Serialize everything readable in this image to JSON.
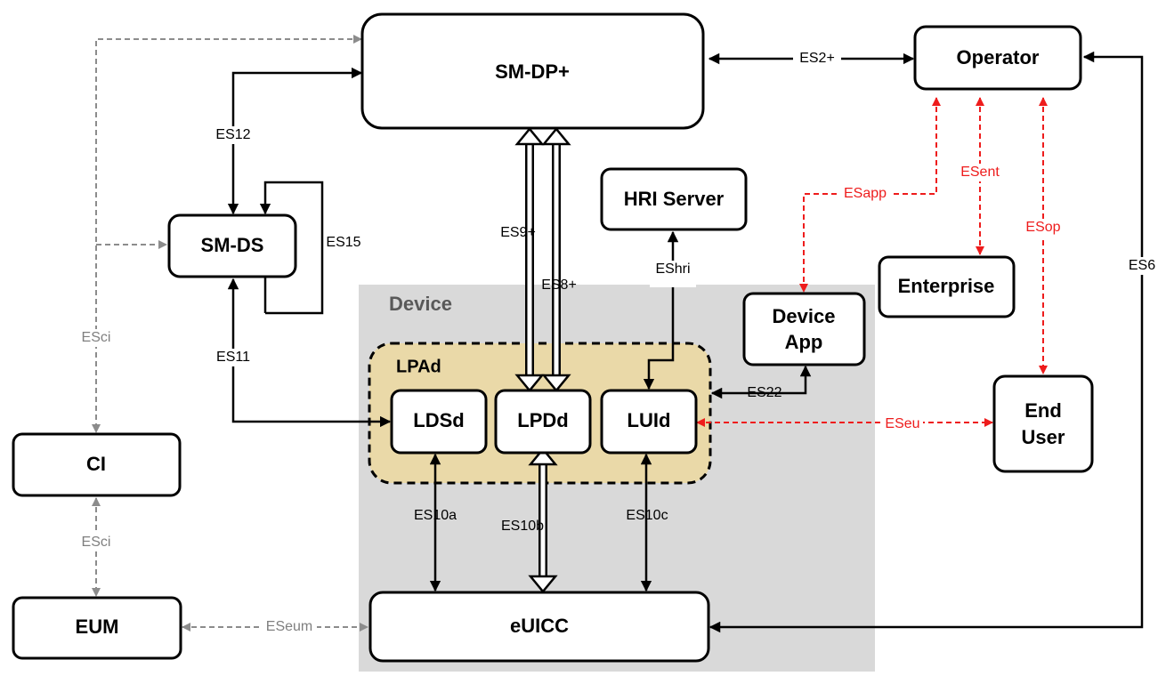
{
  "nodes": {
    "smdp": "SM-DP+",
    "operator": "Operator",
    "hri_server": "HRI Server",
    "smds": "SM-DS",
    "enterprise": "Enterprise",
    "device_app_line1": "Device",
    "device_app_line2": "App",
    "end_user_line1": "End",
    "end_user_line2": "User",
    "ci": "CI",
    "eum": "EUM",
    "euicc": "eUICC",
    "ldsd": "LDSd",
    "lpdd": "LPDd",
    "luid": "LUId"
  },
  "groups": {
    "device": "Device",
    "lpad": "LPAd"
  },
  "interfaces": {
    "es2plus": "ES2+",
    "es12": "ES12",
    "es15": "ES15",
    "es11": "ES11",
    "es9plus": "ES9+",
    "es8plus": "ES8+",
    "eshri": "EShri",
    "es22": "ES22",
    "es10a": "ES10a",
    "es10b": "ES10b",
    "es10c": "ES10c",
    "es6": "ES6",
    "esci_top": "ESci",
    "esci_bottom": "ESci",
    "eseum": "ESeum",
    "esapp": "ESapp",
    "esent": "ESent",
    "esop": "ESop",
    "eseu": "ESeu"
  },
  "colors": {
    "device_area": "#d9d9d9",
    "lpad_fill": "#ead9a8",
    "primary_line": "#000000",
    "secondary_line": "#8c8c8c",
    "optional_line": "#ee1c1c"
  }
}
